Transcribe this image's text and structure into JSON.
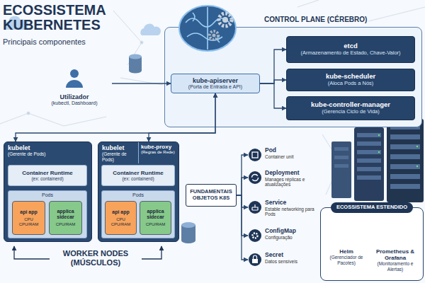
{
  "diagram": {
    "title": "ECOSSISTEMA KUBERNETES",
    "nodes": [
      {
        "text": [
          "Utilizador",
          "(kubectl, Dashboard)"
        ]
      },
      {
        "text": [
          "CONTROL PLANE (CÉREBRO)"
        ]
      },
      {
        "text": [
          "kube-apiserver",
          "(Porta de Entrada e API)"
        ],
        "in": 1
      },
      {
        "text": [
          "etcd",
          "(Armazenamento de Estado, Chave-Valor)"
        ],
        "in": 1
      },
      {
        "text": [
          "kube-scheduler",
          "(Aloca Pods a Nós)"
        ],
        "in": 1
      },
      {
        "text": [
          "kube-controller-manager",
          "(Gerencia Ciclo de Vida)"
        ],
        "in": 1
      },
      {
        "text": [
          "kubelet",
          "(Gerente de Pods)"
        ]
      },
      {
        "text": [
          "Container Runtime",
          "(ex: containerd)"
        ],
        "in": 6
      },
      {
        "text": [
          "Pods"
        ],
        "in": 6
      },
      {
        "text": [
          "api app",
          "CPU CPU/RAM"
        ],
        "in": 8
      },
      {
        "text": [
          "applica sidecar",
          "CPU/RAM"
        ],
        "in": 8
      },
      {
        "text": [
          "kubelet",
          "(Gerente de Pods)"
        ]
      },
      {
        "text": [
          "kube-proxy",
          "(Regras de Rede)"
        ],
        "in": 11
      },
      {
        "text": [
          "Container Runtime",
          "(ex: containerd)"
        ],
        "in": 11
      },
      {
        "text": [
          "Pods"
        ],
        "in": 11
      },
      {
        "text": [
          "api app",
          "CPU CPU/RAM"
        ],
        "in": 14
      },
      {
        "text": [
          "applica sidecar",
          "CPU/RAM"
        ],
        "in": 14
      },
      {
        "text": [
          "FUNDAMENTAIS OBJETOS K8S"
        ]
      },
      {
        "text": [
          "Pod",
          "Container unit"
        ]
      },
      {
        "text": [
          "Deployment",
          "Manages réplicas e atualizações"
        ]
      },
      {
        "text": [
          "Service",
          "Estable networking para Pods"
        ]
      },
      {
        "text": [
          "ConfigMap",
          "Configuração"
        ]
      },
      {
        "text": [
          "Secret",
          "Datos sensíveis"
        ]
      },
      {
        "text": [
          "ECOSSISTEMA ESTENDIDO"
        ]
      },
      {
        "text": [
          "Helm",
          "(Gerenciador de Pacotes)"
        ],
        "in": 23
      },
      {
        "text": [
          "Prometheus & Grafana",
          "(Monitoramento e Alertas)"
        ],
        "in": 23
      }
    ],
    "edges": [
      {
        "from": 0,
        "to": 2,
        "arrow": "to"
      },
      {
        "from": 2,
        "to": 3,
        "arrow": "to"
      },
      {
        "from": 2,
        "to": 4,
        "arrow": "to"
      },
      {
        "from": 2,
        "to": 5,
        "arrow": "to"
      },
      {
        "from": 2,
        "to": 6,
        "arrow": "both"
      },
      {
        "from": 2,
        "to": 11,
        "arrow": "both"
      },
      {
        "from": 17,
        "to": 18,
        "arrow": "to"
      },
      {
        "from": 17,
        "to": 19,
        "arrow": "to"
      },
      {
        "from": 17,
        "to": 20,
        "arrow": "to"
      },
      {
        "from": 17,
        "to": 21,
        "arrow": "to"
      },
      {
        "from": 17,
        "to": 22,
        "arrow": "to"
      }
    ],
    "labels": [
      "Principais componentes",
      "WORKER NODES (MÚSCULOS)"
    ]
  }
}
